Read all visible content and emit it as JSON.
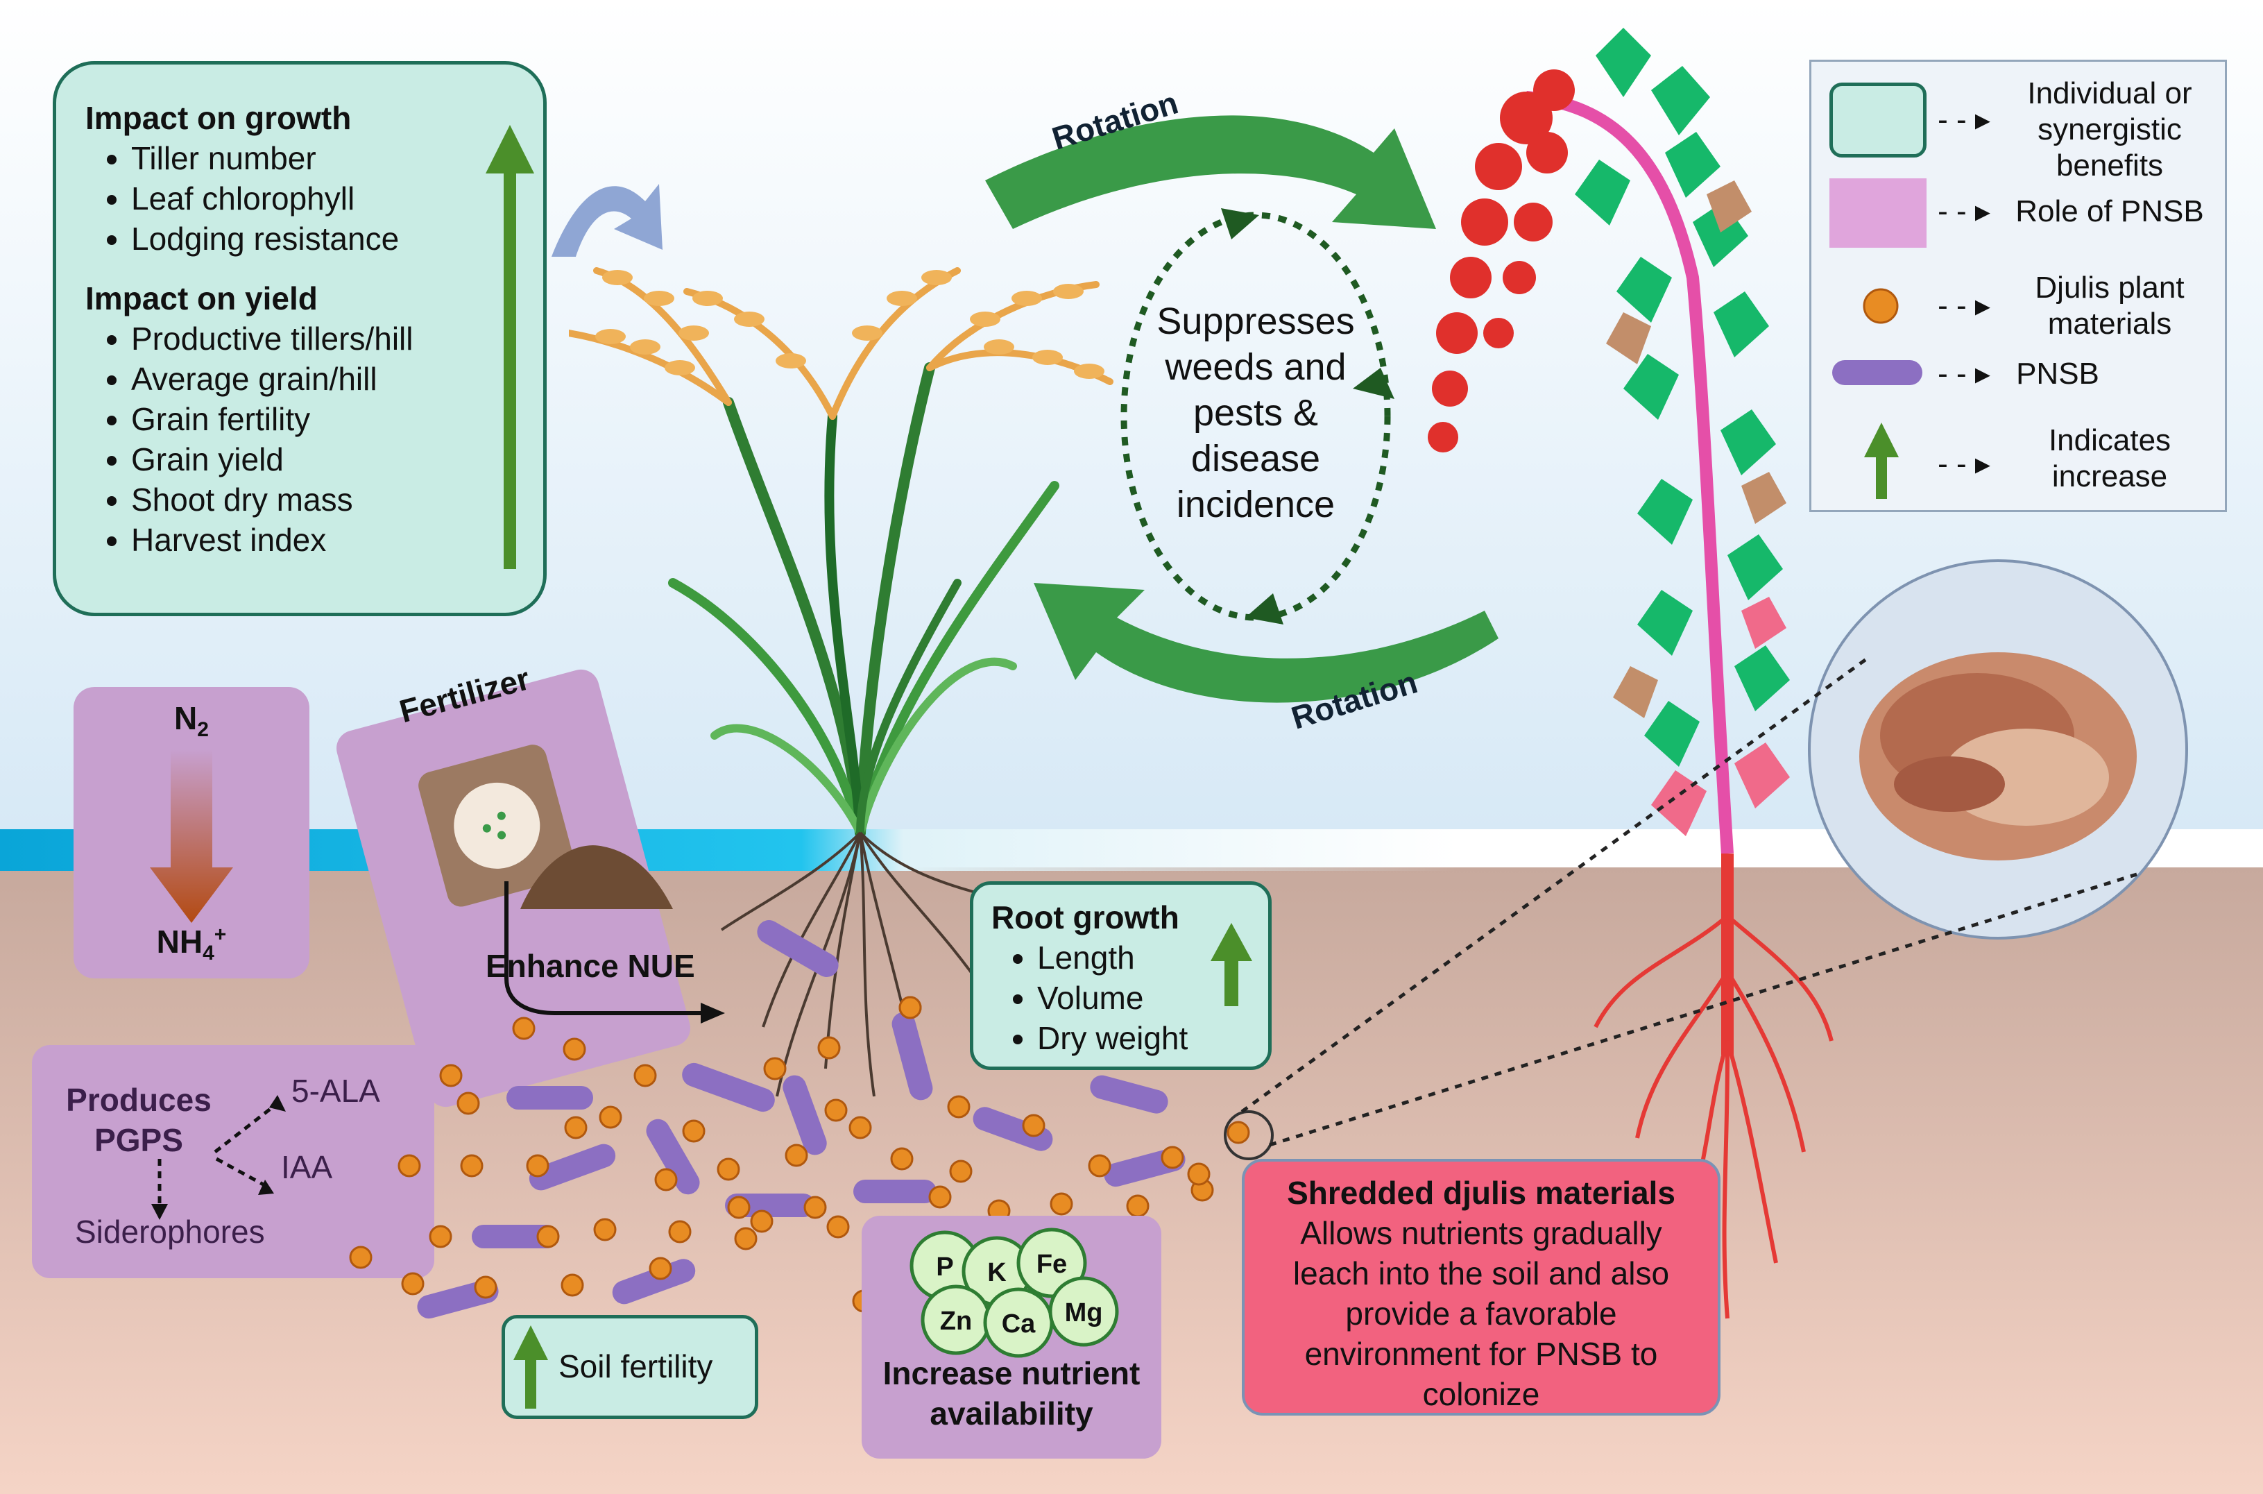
{
  "growth_box": {
    "title": "Impact on growth",
    "items": [
      "Tiller number",
      "Leaf chlorophyll",
      "Lodging resistance"
    ],
    "yield_title": "Impact on yield",
    "yield_items": [
      "Productive tillers/hill",
      "Average grain/hill",
      "Grain fertility",
      "Grain yield",
      "Shoot dry mass",
      "Harvest index"
    ]
  },
  "rotation_top": "Rotation",
  "rotation_bottom": "Rotation",
  "suppress_lines": [
    "Suppresses",
    "weeds and",
    "pests &",
    "disease",
    "incidence"
  ],
  "legend": {
    "items": [
      {
        "label_lines": [
          "Individual or",
          "synergistic",
          "benefits"
        ]
      },
      {
        "label_lines": [
          "Role of PNSB"
        ]
      },
      {
        "label_lines": [
          "Djulis plant",
          "materials"
        ]
      },
      {
        "label_lines": [
          "PNSB"
        ]
      },
      {
        "label_lines": [
          "Indicates",
          "increase"
        ]
      }
    ]
  },
  "n2": {
    "top": "N",
    "top_sub": "2",
    "bottom": "NH",
    "bottom_sub": "4",
    "bottom_sup": "+"
  },
  "fertilizer": {
    "title": "Fertilizer",
    "nue": "Enhance NUE"
  },
  "root_growth": {
    "title": "Root growth",
    "items": [
      "Length",
      "Volume",
      "Dry weight"
    ]
  },
  "pgps": {
    "title_lines": [
      "Produces",
      "PGPS"
    ],
    "ala": "5-ALA",
    "iaa": "IAA",
    "siderophores": "Siderophores"
  },
  "soil_fertility": "Soil fertility",
  "nutrients": {
    "circles": [
      "P",
      "K",
      "Fe",
      "Zn",
      "Ca",
      "Mg"
    ],
    "label_lines": [
      "Increase nutrient",
      "availability"
    ]
  },
  "shredded": {
    "title": "Shredded djulis materials",
    "lines": [
      "Allows nutrients gradually",
      "leach into the soil and also",
      "provide a favorable",
      "environment for PNSB to",
      "colonize"
    ]
  },
  "colors": {
    "teal_fill": "#c9ece4",
    "teal_border": "#1f6e58",
    "purple_fill": "#c7a0cf",
    "pnsb": "#8c6fc2",
    "djulis_dot": "#e88c23",
    "arrow_green": "#2e7d32",
    "shredded_fill": "#f2627f"
  }
}
